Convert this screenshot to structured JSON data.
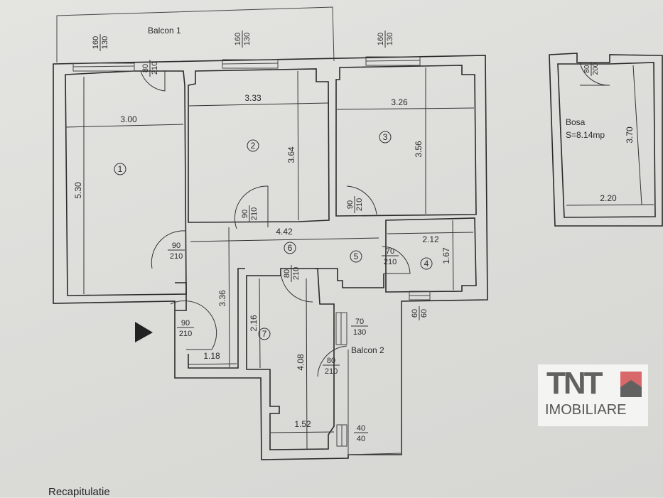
{
  "rooms": {
    "balcon1": "Balcon 1",
    "balcon2": "Balcon 2",
    "r1": "1",
    "r2": "2",
    "r3": "3",
    "r4": "4",
    "r5": "5",
    "r6": "6",
    "r7": "7",
    "bosa_name": "Bosa",
    "bosa_area": "S=8.14mp"
  },
  "dimensions": {
    "r1_w": "3.00",
    "r1_h": "5.30",
    "r2_w": "3.33",
    "r2_h": "3.64",
    "r3_w": "3.26",
    "r3_h": "3.56",
    "r4_w": "2.12",
    "r4_h": "1.67",
    "r6_w": "4.42",
    "r6_h": "3.36",
    "entry_w": "1.18",
    "r7_h1": "2.16",
    "r7_h2": "4.08",
    "r7_w": "1.52",
    "bosa_w": "2.20",
    "bosa_h": "3.70"
  },
  "openings": [
    {
      "top": "160",
      "bottom": "130"
    },
    {
      "top": "160",
      "bottom": "130"
    },
    {
      "top": "160",
      "bottom": "130"
    },
    {
      "top": "80",
      "bottom": "210"
    },
    {
      "top": "90",
      "bottom": "210"
    },
    {
      "top": "90",
      "bottom": "210"
    },
    {
      "top": "90",
      "bottom": "210"
    },
    {
      "top": "70",
      "bottom": "210"
    },
    {
      "top": "80",
      "bottom": "210"
    },
    {
      "top": "90",
      "bottom": "210"
    },
    {
      "top": "70",
      "bottom": "130"
    },
    {
      "top": "80",
      "bottom": "210"
    },
    {
      "top": "40",
      "bottom": "40"
    },
    {
      "top": "60",
      "bottom": "60"
    },
    {
      "top": "80",
      "bottom": "200"
    }
  ],
  "logo": {
    "brand": "TNT",
    "sub": "IMOBILIARE",
    "accent": "#d9686a"
  },
  "footer": {
    "title": "Recapitulatie"
  }
}
